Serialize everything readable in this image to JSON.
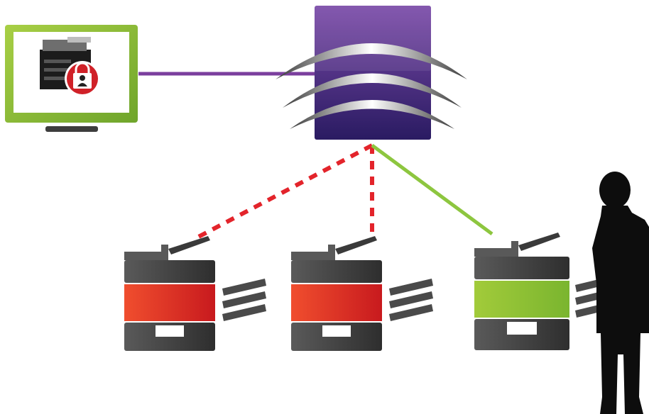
{
  "diagram": {
    "monitor": {
      "frame_color": "#9bc53d",
      "icon": "printer-with-lock-icon"
    },
    "server": {
      "color_top": "#6b3fa0",
      "color_bottom": "#2b1a63",
      "icon": "server-waves-icon"
    },
    "links": [
      {
        "to": "printer-1",
        "style": "dashed",
        "color": "#e3242b"
      },
      {
        "to": "printer-2",
        "style": "dashed",
        "color": "#e3242b"
      },
      {
        "to": "printer-3",
        "style": "solid",
        "color": "#8dc63f"
      },
      {
        "to": "monitor",
        "style": "solid",
        "color": "#7b3f9e"
      }
    ],
    "printers": [
      {
        "id": "printer-1",
        "status": "locked",
        "band_color": "#e3242b"
      },
      {
        "id": "printer-2",
        "status": "locked",
        "band_color": "#e3242b"
      },
      {
        "id": "printer-3",
        "status": "released",
        "band_color": "#8dc63f"
      }
    ],
    "person": {
      "icon": "person-silhouette-icon"
    }
  }
}
